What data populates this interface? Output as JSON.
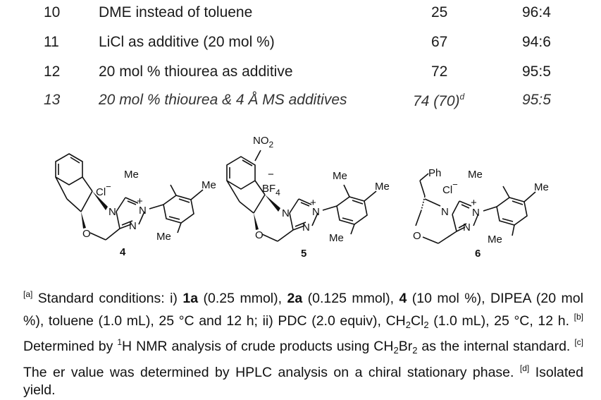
{
  "table": {
    "rows": [
      {
        "entry": "10",
        "condition": "DME instead of toluene",
        "yield": "25",
        "yield_note": "",
        "er": "96:4",
        "italic": false
      },
      {
        "entry": "11",
        "condition": "LiCl as additive (20 mol %)",
        "yield": "67",
        "yield_note": "",
        "er": "94:6",
        "italic": false
      },
      {
        "entry": "12",
        "condition": "20 mol % thiourea as additive",
        "yield": "72",
        "yield_note": "",
        "er": "95:5",
        "italic": false
      },
      {
        "entry": "13",
        "condition": "20 mol % thiourea & 4 Å MS additives",
        "yield": "74 (70)",
        "yield_note": "d",
        "er": "95:5",
        "italic": true
      }
    ]
  },
  "structures": {
    "s4": {
      "number": "4",
      "counterion": "Cl",
      "charge_anion": "−",
      "charge_cation": "+",
      "n1": "N",
      "n2": "N",
      "n3": "N",
      "o": "O",
      "me_top": "Me",
      "me_para": "Me",
      "me_bottom": "Me"
    },
    "s5": {
      "number": "5",
      "substituent": "NO",
      "substituent_sub": "2",
      "counterion": "BF",
      "counterion_sub": "4",
      "charge_anion": "−",
      "charge_cation": "+",
      "n1": "N",
      "n2": "N",
      "n3": "N",
      "o": "O",
      "me_top": "Me",
      "me_para": "Me",
      "me_bottom": "Me"
    },
    "s6": {
      "number": "6",
      "substituent": "Ph",
      "counterion": "Cl",
      "charge_anion": "−",
      "charge_cation": "+",
      "n1": "N",
      "n2": "N",
      "n3": "N",
      "o": "O",
      "me_top": "Me",
      "me_para": "Me",
      "me_bottom": "Me"
    }
  },
  "footnote": {
    "a_marker": "[a]",
    "a_text1": " Standard conditions: i) ",
    "a_1a": "1a",
    "a_text2": " (0.25 mmol), ",
    "a_2a": "2a",
    "a_text3": " (0.125 mmol), ",
    "a_4": "4",
    "a_text4": " (10 mol %), DIPEA (20 mol %), toluene (1.0 mL), 25 °C and 12 h; ii) PDC (2.0 equiv), CH",
    "a_sub2": "2",
    "a_cl": "Cl",
    "a_sub2b": "2",
    "a_text5": " (1.0 mL), 25 °C, 12 h. ",
    "b_marker": "[b]",
    "b_text1": " Determined by ",
    "b_sup1": "1",
    "b_text2": "H NMR analysis of crude products using CH",
    "b_sub2": "2",
    "b_br": "Br",
    "b_sub2b": "2",
    "b_text3": " as the internal standard. ",
    "c_marker": "[c]",
    "c_text": " The er value was determined by HPLC analysis on a chiral stationary phase. ",
    "d_marker": "[d]",
    "d_text": " Isolated yield."
  }
}
